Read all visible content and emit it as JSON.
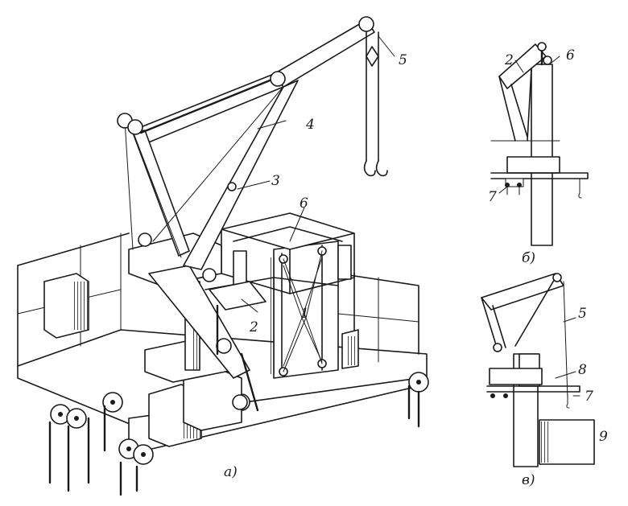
{
  "figure": {
    "caption": "",
    "panels": {
      "a": "а)",
      "b": "б)",
      "v": "в)"
    },
    "callouts_a": [
      "1",
      "2",
      "3",
      "4",
      "5",
      "6"
    ],
    "callouts_b": [
      "2",
      "6",
      "7"
    ],
    "callouts_v": [
      "5",
      "7",
      "8",
      "9"
    ]
  }
}
